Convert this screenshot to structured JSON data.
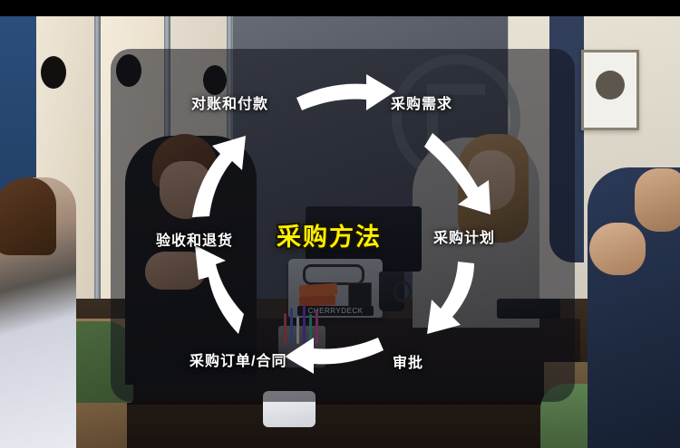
{
  "scene": {
    "description": "office-meeting-room-photo",
    "letterbox": true
  },
  "overlay": {
    "title": "采购方法",
    "title_color": "#fdf000",
    "panel_color": "rgba(14,16,26,0.55)",
    "label_color": "#ffffff"
  },
  "diagram": {
    "type": "cycle",
    "direction": "clockwise",
    "node_count": 6,
    "arrow_count": 6,
    "nodes": [
      {
        "id": "demand",
        "label": "采购需求",
        "position": "top-right"
      },
      {
        "id": "plan",
        "label": "采购计划",
        "position": "middle-right"
      },
      {
        "id": "approval",
        "label": "审批",
        "position": "bottom-right"
      },
      {
        "id": "order",
        "label": "采购订单/合同",
        "position": "bottom-left"
      },
      {
        "id": "inspect",
        "label": "验收和退货",
        "position": "middle-left"
      },
      {
        "id": "reconcile",
        "label": "对账和付款",
        "position": "top-left"
      }
    ],
    "arrows": [
      {
        "id": "arrow-reconcile-to-demand",
        "from": "reconcile",
        "to": "demand",
        "direction": "right"
      },
      {
        "id": "arrow-demand-to-plan",
        "from": "demand",
        "to": "plan",
        "direction": "down-right"
      },
      {
        "id": "arrow-plan-to-approval",
        "from": "plan",
        "to": "approval",
        "direction": "down-left"
      },
      {
        "id": "arrow-approval-to-order",
        "from": "approval",
        "to": "order",
        "direction": "left"
      },
      {
        "id": "arrow-order-to-inspect",
        "from": "order",
        "to": "inspect",
        "direction": "up-left"
      },
      {
        "id": "arrow-inspect-to-reconcile",
        "from": "inspect",
        "to": "reconcile",
        "direction": "up-right"
      }
    ]
  },
  "laptop": {
    "sticker_text": "CHERRYDECK"
  }
}
